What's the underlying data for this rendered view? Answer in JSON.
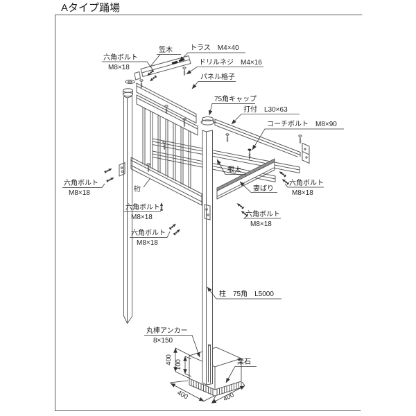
{
  "title": "Aタイプ踊場",
  "parts": {
    "kasagi": "笠木",
    "truss": "トラス　M4×40",
    "drill_screw": "ドリルネジ　M4×16",
    "panel_lattice": "パネル格子",
    "cap_75": "75角キャップ",
    "uchitsuke": "打付　L30×63",
    "coach_bolt": "コーチボルト　M8×90",
    "neda": "根太",
    "tsumabari": "妻ばり",
    "keta": "桁",
    "hex_bolt": "六角ボルト",
    "hex_bolt_size": "M8×18",
    "hashira": "柱　75角　L5000",
    "anchor": "丸棒アンカー",
    "anchor_size": "8×150",
    "kuriishi": "栗石"
  },
  "dimensions": {
    "footing_height": "400",
    "embed_depth": "100",
    "footing_width": "400",
    "footing_depth": "400"
  },
  "colors": {
    "line": "#5a5a5a",
    "label": "#1f1f1f",
    "beam_shade": "#8f8f8f",
    "background": "#ffffff"
  }
}
